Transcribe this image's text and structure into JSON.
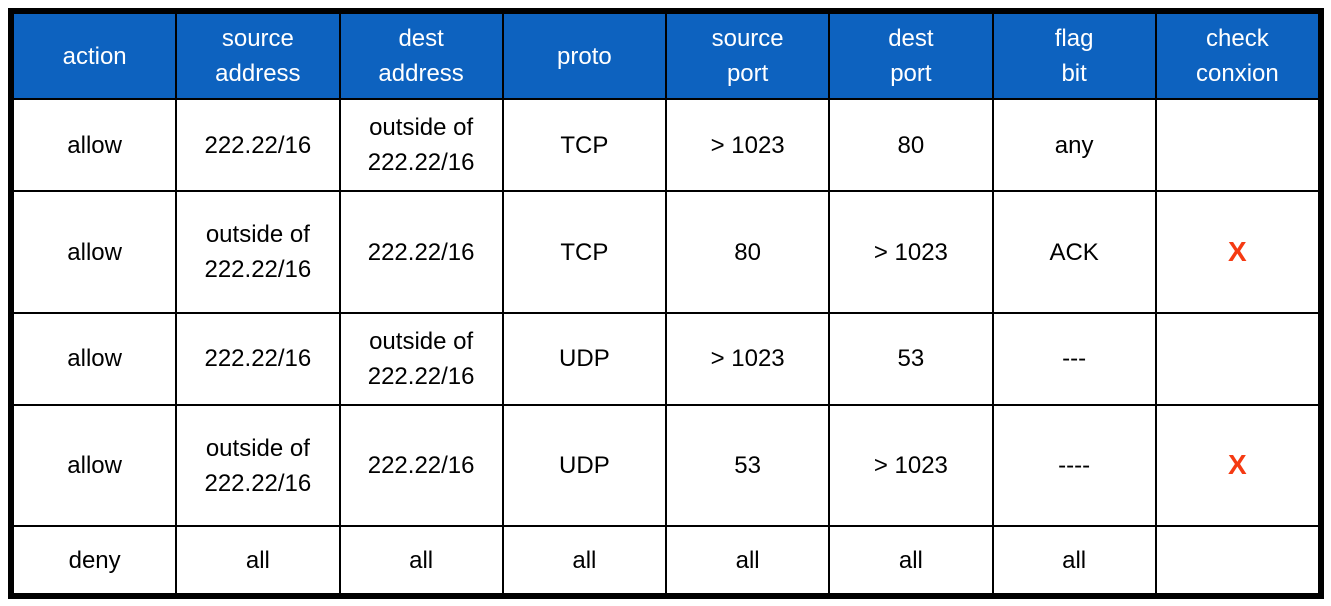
{
  "colors": {
    "header_bg": "#0d62bf",
    "header_text": "#ffffff",
    "border": "#000000",
    "check_mark": "#f53a12"
  },
  "headers": [
    [
      "action"
    ],
    [
      "source",
      "address"
    ],
    [
      "dest",
      "address"
    ],
    [
      "proto"
    ],
    [
      "source",
      "port"
    ],
    [
      "dest",
      "port"
    ],
    [
      "flag",
      "bit"
    ],
    [
      "check",
      "conxion"
    ]
  ],
  "rows": [
    {
      "action": "allow",
      "source_address": [
        "222.22/16"
      ],
      "dest_address": [
        "outside of",
        "222.22/16"
      ],
      "proto": "TCP",
      "source_port": "> 1023",
      "dest_port": "80",
      "flag_bit": "any",
      "check": ""
    },
    {
      "action": "allow",
      "source_address": [
        "outside of",
        "222.22/16"
      ],
      "dest_address": [
        "222.22/16"
      ],
      "proto": "TCP",
      "source_port": "80",
      "dest_port": "> 1023",
      "flag_bit": "ACK",
      "check": "X"
    },
    {
      "action": "allow",
      "source_address": [
        "222.22/16"
      ],
      "dest_address": [
        "outside of",
        "222.22/16"
      ],
      "proto": "UDP",
      "source_port": "> 1023",
      "dest_port": "53",
      "flag_bit": "---",
      "check": ""
    },
    {
      "action": "allow",
      "source_address": [
        "outside of",
        "222.22/16"
      ],
      "dest_address": [
        "222.22/16"
      ],
      "proto": "UDP",
      "source_port": "53",
      "dest_port": "> 1023",
      "flag_bit": "----",
      "check": "X"
    },
    {
      "action": "deny",
      "source_address": [
        "all"
      ],
      "dest_address": [
        "all"
      ],
      "proto": "all",
      "source_port": "all",
      "dest_port": "all",
      "flag_bit": "all",
      "check": ""
    }
  ]
}
